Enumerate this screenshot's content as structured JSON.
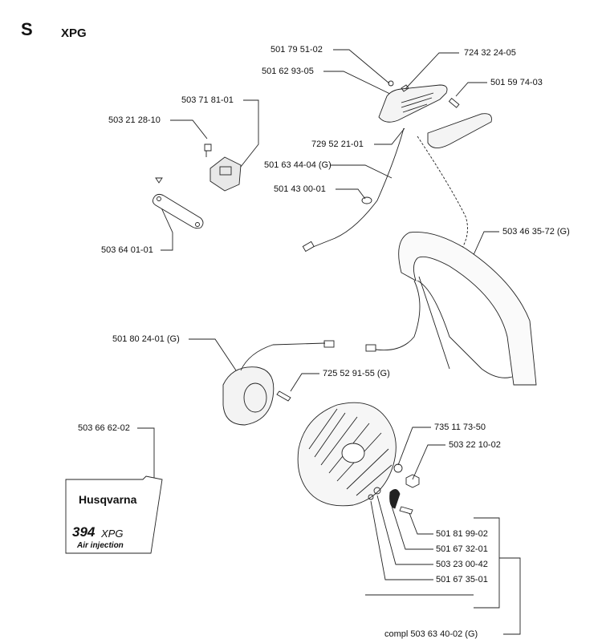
{
  "header": {
    "section_letter": "S",
    "model": "XPG"
  },
  "parts": [
    "501 79 51-02",
    "724 32 24-05",
    "501 62 93-05",
    "501 59 74-03",
    "503 71 81-01",
    "503 21 28-10",
    "729 52 21-01",
    "501 63 44-04 (G)",
    "501 43 00-01",
    "503 46 35-72 (G)",
    "503 64 01-01",
    "501 80 24-01 (G)",
    "725 52 91-55 (G)",
    "503 66 62-02",
    "735 11 73-50",
    "503 22 10-02",
    "501 81 99-02",
    "501 67 32-01",
    "503 23 00-42",
    "501 67 35-01",
    "compl 503 63 40-02 (G)"
  ],
  "decal": {
    "brand": "Husqvarna",
    "model_number": "394",
    "model_suffix": "XPG",
    "tagline": "Air injection"
  }
}
